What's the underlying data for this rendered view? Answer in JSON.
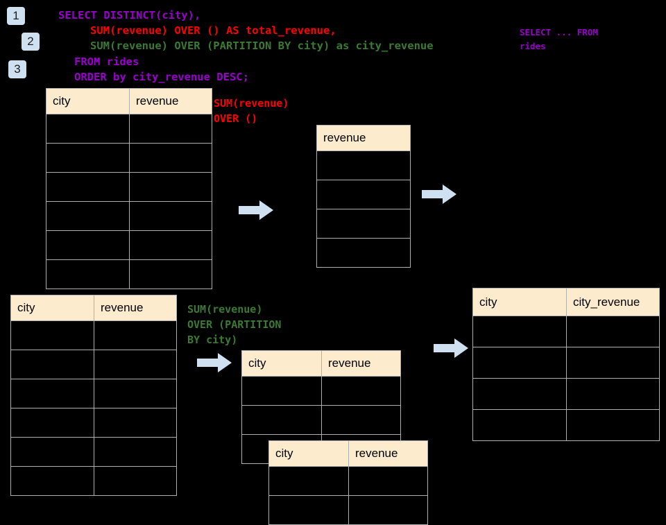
{
  "theme": {
    "background": "#000000",
    "header_fill": "#fceccd",
    "grid_line": "#b0b0b0",
    "badge_fill": "#cfe0f0",
    "arrow_fill": "#cfe0f0",
    "sql_purple": "#9900cc",
    "sql_red": "#ff0000",
    "sql_green": "#3b7a32"
  },
  "badges": [
    {
      "label": "1"
    },
    {
      "label": "2"
    },
    {
      "label": "3"
    }
  ],
  "sql": {
    "line1": "SELECT DISTINCT(city),",
    "line2": "SUM(revenue) OVER () AS total_revenue,",
    "line3": "SUM(revenue) OVER (PARTITION BY city) as city_revenue",
    "line4": "FROM rides",
    "line5": "ORDER by city_revenue DESC;"
  },
  "side_note": {
    "line1": "SELECT ... FROM",
    "line2": "rides"
  },
  "annotations": {
    "total_revenue": {
      "line1": "SUM(revenue)",
      "line2": "OVER ()"
    },
    "city_revenue": {
      "line1": "SUM(revenue)",
      "line2": "OVER (PARTITION",
      "line3": "BY city)"
    }
  },
  "tables": {
    "rides_source": {
      "headers": [
        "city",
        "revenue"
      ],
      "body_row_count": 6
    },
    "total_revenue_result": {
      "headers": [
        "revenue"
      ],
      "body_row_count": 4
    },
    "rides_source_2": {
      "headers": [
        "city",
        "revenue"
      ],
      "body_row_count": 6
    },
    "partition_a": {
      "headers": [
        "city",
        "revenue"
      ],
      "body_row_count": 3
    },
    "partition_b": {
      "headers": [
        "city",
        "revenue"
      ],
      "body_row_count": 2
    },
    "final_result": {
      "headers": [
        "city",
        "city_revenue"
      ],
      "body_row_count": 4
    }
  },
  "arrows": [
    {
      "name": "arrow-source-to-total"
    },
    {
      "name": "arrow-total-to-final"
    },
    {
      "name": "arrow-source2-to-partition"
    },
    {
      "name": "arrow-partition-to-final"
    }
  ]
}
